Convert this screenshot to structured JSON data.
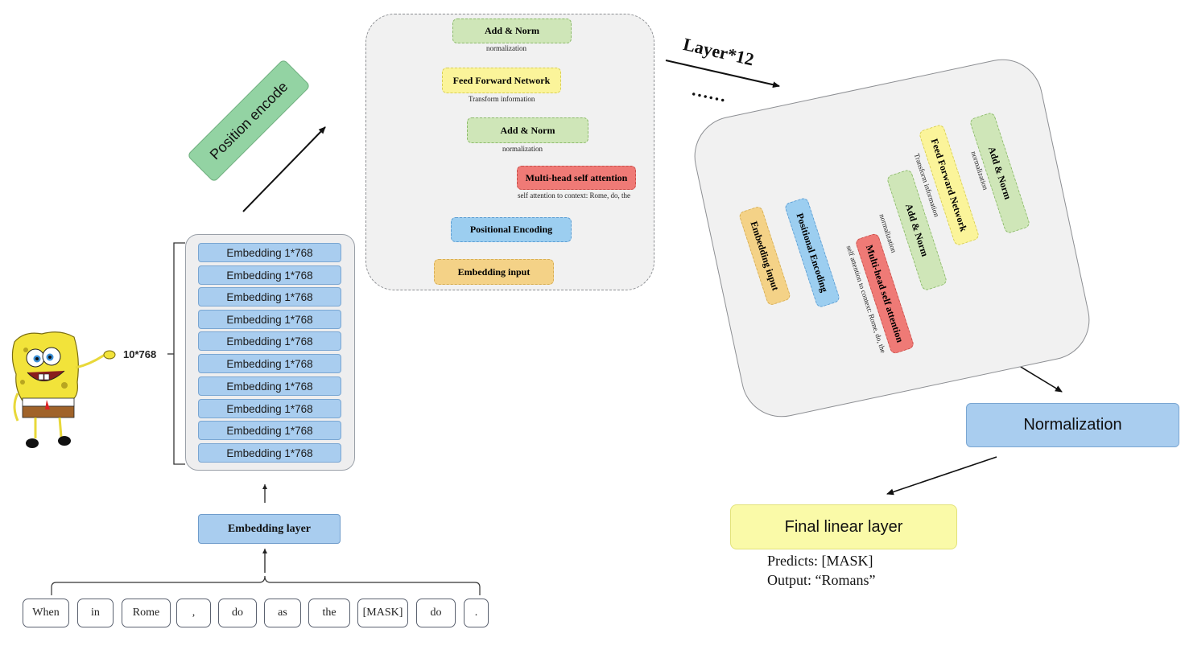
{
  "tokens": [
    "When",
    "in",
    "Rome",
    ",",
    "do",
    "as",
    "the",
    "[MASK]",
    "do",
    "."
  ],
  "embedding_layer_label": "Embedding layer",
  "embedding_rows": [
    "Embedding 1*768",
    "Embedding 1*768",
    "Embedding 1*768",
    "Embedding 1*768",
    "Embedding 1*768",
    "Embedding 1*768",
    "Embedding 1*768",
    "Embedding 1*768",
    "Embedding 1*768",
    "Embedding 1*768"
  ],
  "matrix_size_label": "10*768",
  "position_encode_label": "Position encode",
  "layer_block": {
    "add_norm_top": "Add & Norm",
    "add_norm_top_caption": "normalization",
    "ffn": "Feed Forward Network",
    "ffn_caption": "Transform information",
    "add_norm_mid": "Add & Norm",
    "add_norm_mid_caption": "normalization",
    "mhsa": "Multi-head self attention",
    "mhsa_caption": "self attention to context: Rome, do, the",
    "pos_enc": "Positional Encoding",
    "emb_input": "Embedding input"
  },
  "layer_repeat_label": "Layer*12",
  "ellipsis": "……",
  "rotated_block": {
    "emb_input": "Embedding input",
    "pos_enc": "Positional Encoding",
    "mhsa": "Multi-head self attention",
    "mhsa_caption": "self attention to context: Rome, do, the",
    "add_norm_1": "Add & Norm",
    "add_norm_1_caption": "normalization",
    "ffn": "Feed Forward Network",
    "ffn_caption": "Transform information",
    "add_norm_2": "Add & Norm",
    "add_norm_2_caption": "normalization"
  },
  "normalization_label": "Normalization",
  "final_linear_label": "Final linear layer",
  "predicts_text": "Predicts: [MASK]",
  "output_text": "Output: “Romans”",
  "colors": {
    "green": "#cfe6b8",
    "yellow": "#fbf49a",
    "red": "#ef7a76",
    "blue": "#9ccef0",
    "orange": "#f4d287",
    "embedding_blue": "#a9cdef",
    "position_green": "#93d3a3"
  }
}
